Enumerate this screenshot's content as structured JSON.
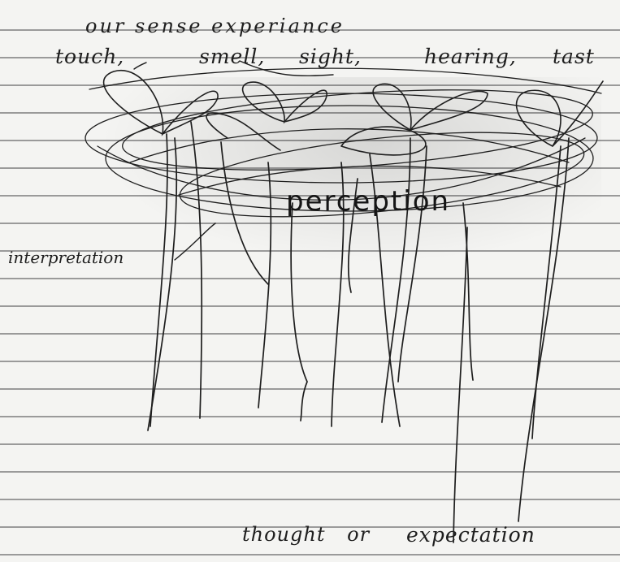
{
  "header": {
    "title": "our sense experiance"
  },
  "senses": [
    {
      "label": "touch,"
    },
    {
      "label": "smell,"
    },
    {
      "label": "sight,"
    },
    {
      "label": "hearing,"
    },
    {
      "label": "tast"
    }
  ],
  "center": {
    "label": "perception"
  },
  "side": {
    "label": "interpretation"
  },
  "bottom": {
    "thought": "thought",
    "connector": "or",
    "expectation": "expectation"
  },
  "colors": {
    "ink": "#1e1e1e",
    "paper": "#f4f4f2",
    "rule": "#9a9a9a"
  }
}
